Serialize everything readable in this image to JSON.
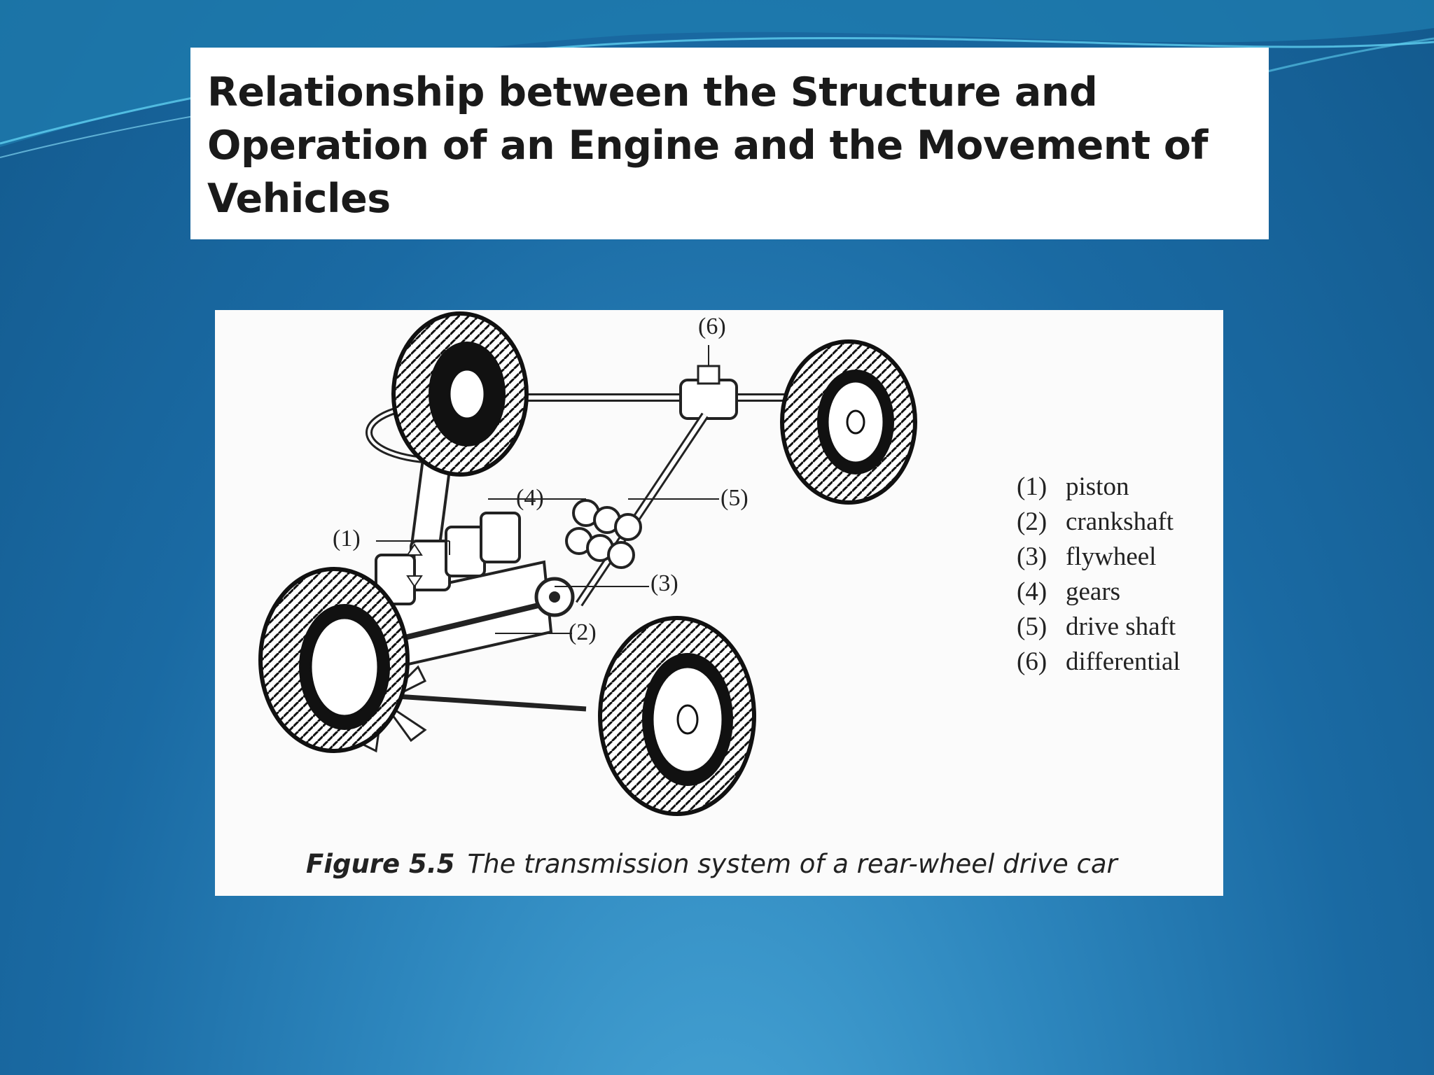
{
  "title_lines": [
    "Relationship between the Structure and",
    "Operation of an Engine and the Movement of",
    "Vehicles"
  ],
  "figure": {
    "callouts": [
      "(1)",
      "(2)",
      "(3)",
      "(4)",
      "(5)",
      "(6)"
    ],
    "legend": [
      {
        "num": "(1)",
        "label": "piston"
      },
      {
        "num": "(2)",
        "label": "crankshaft"
      },
      {
        "num": "(3)",
        "label": "flywheel"
      },
      {
        "num": "(4)",
        "label": "gears"
      },
      {
        "num": "(5)",
        "label": "drive shaft"
      },
      {
        "num": "(6)",
        "label": "differential"
      }
    ],
    "caption_label": "Figure 5.5",
    "caption_text": "The transmission system of a rear-wheel drive car"
  }
}
